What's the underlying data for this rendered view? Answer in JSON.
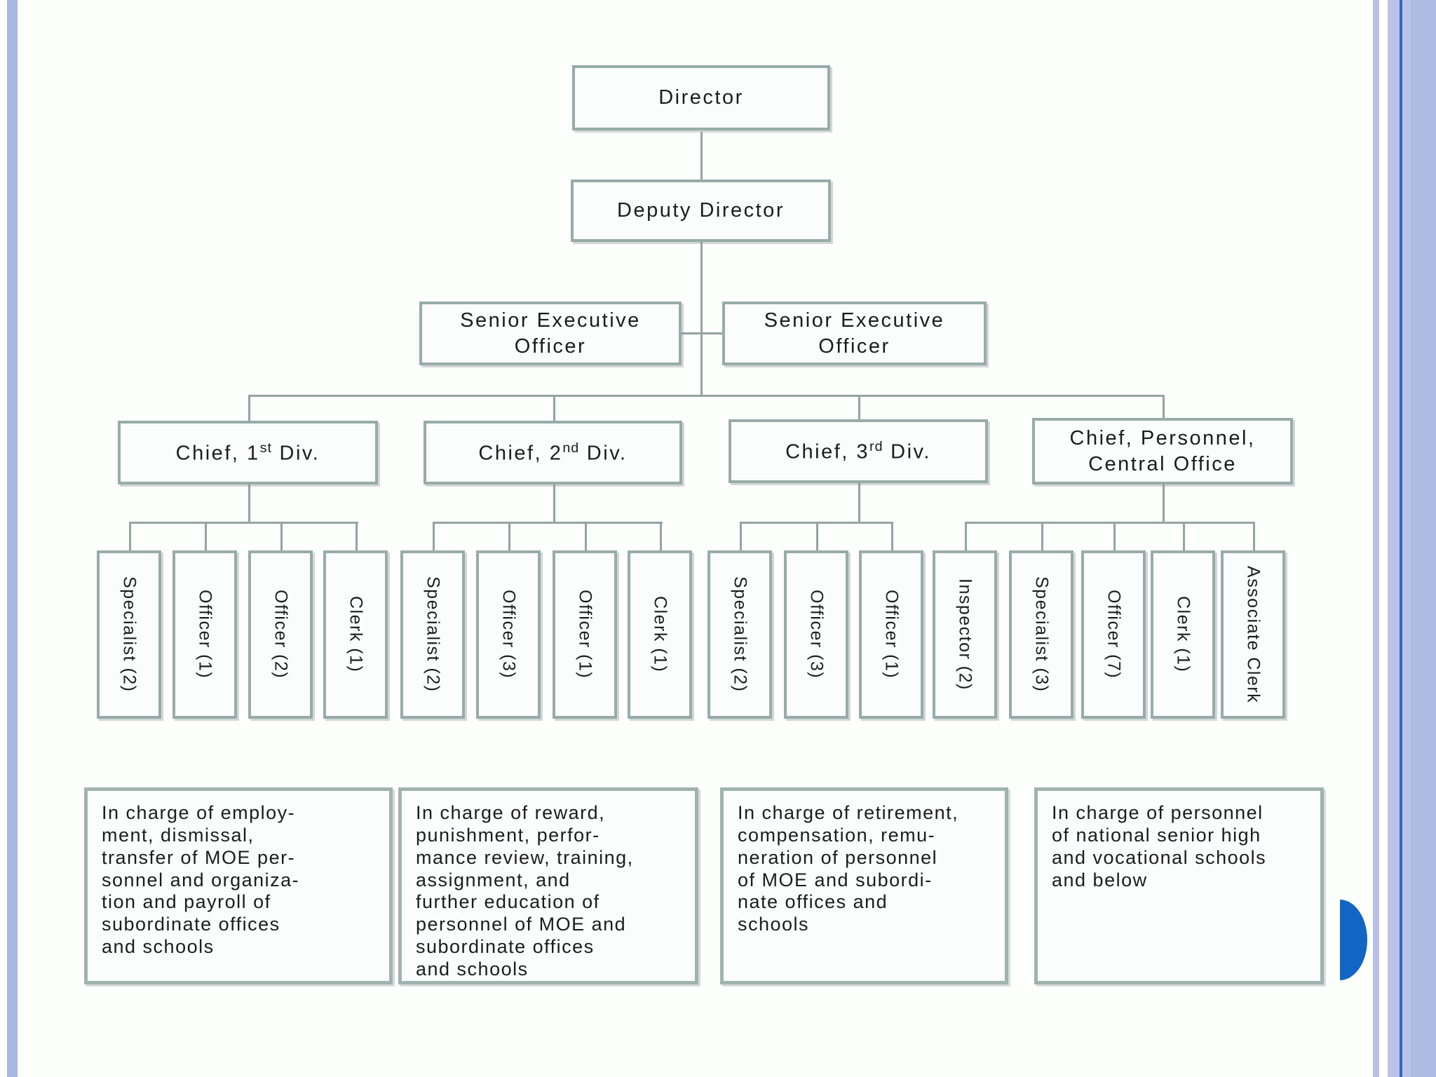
{
  "slide": {
    "type": "organization-chart"
  },
  "colors": {
    "box_border": "#97aca8",
    "box_fill": "#fbfdfc",
    "connector_line": "#93a4a1",
    "side_stripe": "#a9b8e2",
    "side_stripe_field": "#b9c4e7",
    "side_stripe_line": "#3b64bd",
    "semicircle_blue": "#1166c4",
    "text": "#1c1c1c"
  },
  "org": {
    "director": "Director",
    "deputy": "Deputy Director",
    "senior_left": "Senior Executive\nOfficer",
    "senior_right": "Senior Executive\nOfficer",
    "chiefs": [
      {
        "pre": "Chief, 1",
        "sup": "st",
        "suf": " Div."
      },
      {
        "pre": "Chief, 2",
        "sup": "nd",
        "suf": " Div."
      },
      {
        "pre": "Chief, 3",
        "sup": "rd",
        "suf": " Div."
      },
      {
        "pre": "Chief, Personnel,\nCentral Office",
        "sup": "",
        "suf": ""
      }
    ],
    "groups": [
      {
        "children": [
          "Specialist (2)",
          "Officer (1)",
          "Officer (2)",
          "Clerk (1)"
        ],
        "desc": "In charge of employ-\nment, dismissal,\ntransfer of MOE per-\nsonnel and organiza-\ntion and payroll of\nsubordinate offices\nand schools"
      },
      {
        "children": [
          "Specialist (2)",
          "Officer (3)",
          "Officer (1)",
          "Clerk (1)"
        ],
        "desc": "In charge of reward,\npunishment, perfor-\nmance review, training,\nassignment, and\nfurther education of\npersonnel of MOE and\nsubordinate offices\nand schools"
      },
      {
        "children": [
          "Specialist (2)",
          "Officer (3)",
          "Officer (1)"
        ],
        "desc": "In charge of retirement,\ncompensation, remu-\nneration of personnel\nof MOE and subordi-\nnate offices and\nschools"
      },
      {
        "children": [
          "Inspector (2)",
          "Specialist (3)",
          "Officer (7)",
          "Clerk (1)",
          "Associate Clerk"
        ],
        "desc": "In charge of personnel\nof national senior high\nand vocational schools\nand below"
      }
    ]
  }
}
